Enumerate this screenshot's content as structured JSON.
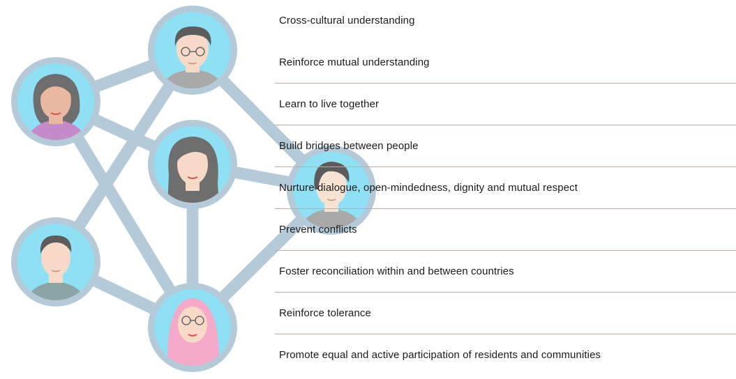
{
  "goals": [
    {
      "label": "Cross-cultural understanding"
    },
    {
      "label": "Reinforce mutual understanding"
    },
    {
      "label": "Learn to live together"
    },
    {
      "label": "Build bridges between people"
    },
    {
      "label": "Nurture dialogue, open-mindedness, dignity and mutual respect"
    },
    {
      "label": "Prevent conflicts"
    },
    {
      "label": "Foster reconciliation within and between countries"
    },
    {
      "label": "Reinforce tolerance"
    },
    {
      "label": "Promote equal and active participation of residents and communities"
    }
  ],
  "colors": {
    "connector": "#b5cad8",
    "avatar_ring": "#b5cad8",
    "avatar_background": "#8fe0f5",
    "divider": "#c9a7a7",
    "text": "#1a1a1a"
  },
  "people": [
    {
      "name": "person-top-center-icon",
      "description": "man with glasses and dark hair"
    },
    {
      "name": "person-upper-left-icon",
      "description": "woman with dark hair"
    },
    {
      "name": "person-center-icon",
      "description": "woman with long dark hair"
    },
    {
      "name": "person-right-icon",
      "description": "woman with short hair"
    },
    {
      "name": "person-lower-left-icon",
      "description": "man with short hair"
    },
    {
      "name": "person-bottom-center-icon",
      "description": "woman with pink headscarf and glasses"
    }
  ]
}
